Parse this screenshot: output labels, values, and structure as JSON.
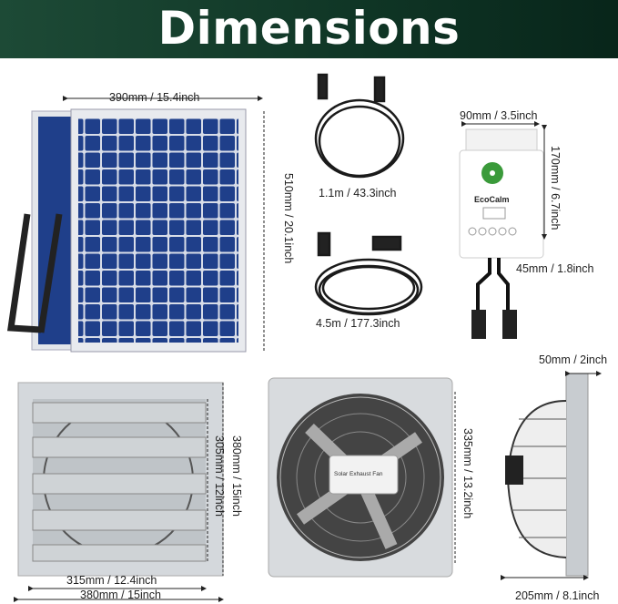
{
  "header": {
    "title": "Dimensions"
  },
  "solar_panel": {
    "width": "390mm / 15.4inch",
    "height": "510mm / 20.1inch"
  },
  "cables": [
    {
      "length": "1.1m / 43.3inch"
    },
    {
      "length": "4.5m / 177.3inch"
    }
  ],
  "controller": {
    "brand": "EcoCalm",
    "width": "90mm / 3.5inch",
    "height": "170mm / 6.7inch",
    "depth": "45mm / 1.8inch"
  },
  "fan_shutter": {
    "outer_height": "380mm / 15inch",
    "inner_height": "305mm / 12inch",
    "inner_width": "315mm / 12.4inch",
    "outer_width": "380mm / 15inch"
  },
  "fan_front": {
    "label": "Solar Exhaust Fan",
    "height": "335mm / 13.2inch"
  },
  "fan_side": {
    "depth": "50mm / 2inch",
    "total_depth": "205mm / 8.1inch"
  },
  "colors": {
    "header_green": "#0f3525",
    "panel_blue": "#1f3f8a",
    "brand_green": "#3a9a3a"
  }
}
